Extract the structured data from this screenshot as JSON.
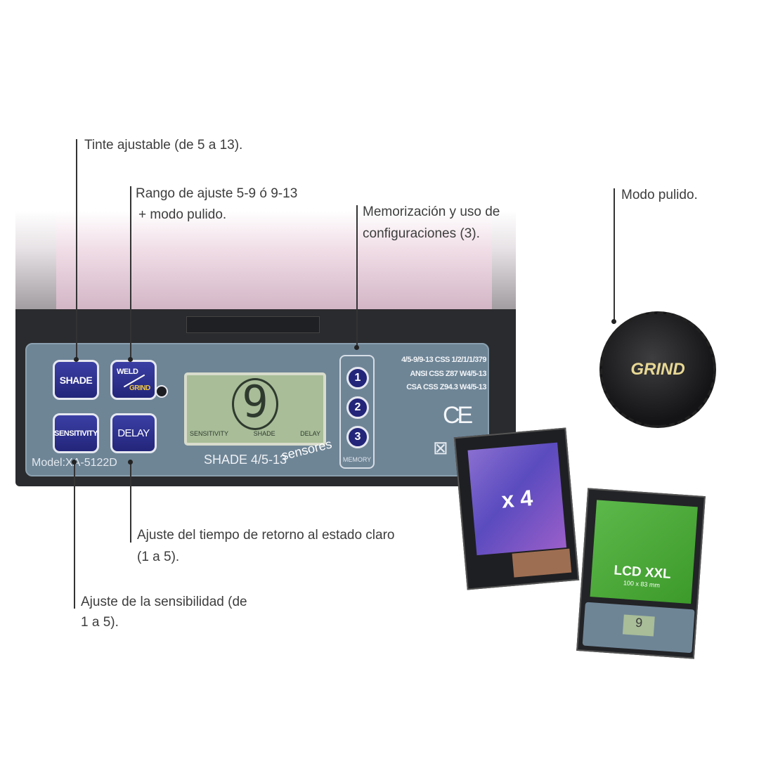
{
  "annotations": {
    "shade": "Tinte ajustable (de 5 a 13).",
    "weld_grind_line1": "Rango de ajuste 5-9 ó 9-13",
    "weld_grind_line2": "+ modo pulido.",
    "memory_line1": "Memorización y uso de",
    "memory_line2": "configuraciones (3).",
    "grind_knob": "Modo pulido.",
    "delay_line1": "Ajuste del tiempo de retorno al estado claro",
    "delay_line2": "(1 a 5).",
    "sensitivity_line1": "Ajuste de la sensibilidad (de",
    "sensitivity_line2": "1 a 5)."
  },
  "panel": {
    "buttons": {
      "shade": "SHADE",
      "weld": "WELD",
      "grind": "GRIND",
      "sensitivity": "SENSITIVITY",
      "delay": "DELAY"
    },
    "lcd": {
      "digit": "9",
      "labels": [
        "SENSITIVITY",
        "SHADE",
        "DELAY"
      ]
    },
    "memory": {
      "buttons": [
        "1",
        "2",
        "3"
      ],
      "label": "MEMORY"
    },
    "specs": [
      "4/5-9/9-13 CSS 1/2/1/1/379",
      "ANSI CSS Z87 W4/5-13",
      "CSA CSS Z94.3 W4/5-13"
    ],
    "ce_mark": "CE",
    "model": "Model:XA-5122D",
    "shade_range": "SHADE 4/5-13",
    "overlay_text": "sensores"
  },
  "products": {
    "knob_text": "GRIND",
    "lens_text": "x 4",
    "lcd_title": "LCD XXL",
    "lcd_size": "100 x 83 mm",
    "mini_digit": "9"
  },
  "colors": {
    "button_blue": "#2a2d8a",
    "panel": "#6e8596",
    "lcd": "#a8bd98"
  }
}
